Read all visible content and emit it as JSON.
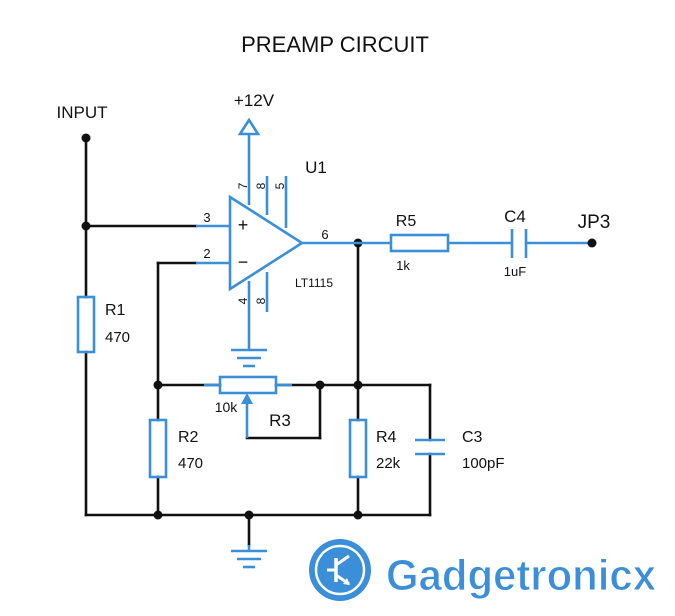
{
  "title": "PREAMP CIRCUIT",
  "labels": {
    "input": "INPUT",
    "supply": "+12V",
    "output": "JP3"
  },
  "opamp": {
    "ref": "U1",
    "part": "LT1115",
    "pins": {
      "p7": "7",
      "p8a": "8",
      "p5": "5",
      "p3": "3",
      "p2": "2",
      "p6": "6",
      "p4": "4",
      "p8b": "8"
    },
    "plus": "+",
    "minus": "−"
  },
  "components": {
    "R1": {
      "ref": "R1",
      "value": "470"
    },
    "R2": {
      "ref": "R2",
      "value": "470"
    },
    "R3": {
      "ref": "R3",
      "value": "10k"
    },
    "R4": {
      "ref": "R4",
      "value": "22k"
    },
    "R5": {
      "ref": "R5",
      "value": "1k"
    },
    "C3": {
      "ref": "C3",
      "value": "100pF"
    },
    "C4": {
      "ref": "C4",
      "value": "1uF"
    }
  },
  "brand": {
    "name": "Gadgetronicx",
    "color": "#3a8fd8"
  },
  "colors": {
    "wire": "#111111",
    "component": "#3a8fd8"
  }
}
